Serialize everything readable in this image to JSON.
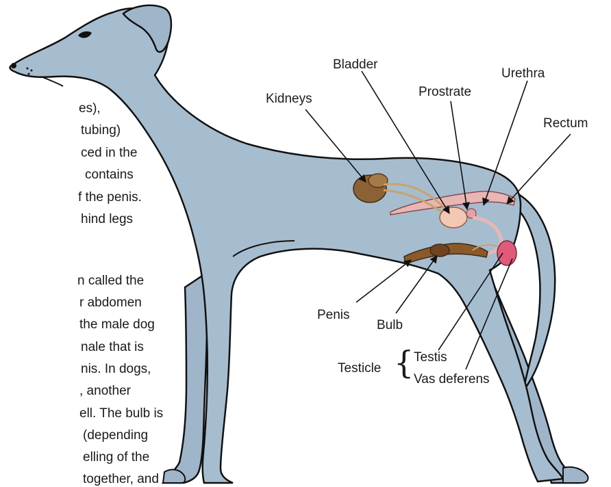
{
  "colors": {
    "dog_body": "#a6bccf",
    "outline": "#111111",
    "kidney": "#8a6233",
    "penis": "#8a5a2b",
    "rectum": "#e8b7b5",
    "bladder": "#f3c7b4",
    "testis": "#e05a7a"
  },
  "body_text_lines": [
    "es),",
    "tubing)",
    "ced in the",
    "contains",
    "f the penis.",
    "hind legs",
    "",
    "",
    "n called the",
    "r abdomen",
    "the male dog",
    "nale that is",
    "nis. In dogs,",
    ", another",
    "ell. The bulb is",
    "(depending",
    "elling of the",
    "together, and"
  ],
  "labels": {
    "kidneys": "Kidneys",
    "bladder": "Bladder",
    "prostrate": "Prostrate",
    "urethra": "Urethra",
    "rectum": "Rectum",
    "penis": "Penis",
    "bulb": "Bulb",
    "testis": "Testis",
    "vas_deferens": "Vas deferens",
    "testicle": "Testicle"
  },
  "icons": [
    "dog-silhouette",
    "kidney-organ",
    "bladder-organ",
    "rectum-organ",
    "penis-organ",
    "testis-organ"
  ]
}
